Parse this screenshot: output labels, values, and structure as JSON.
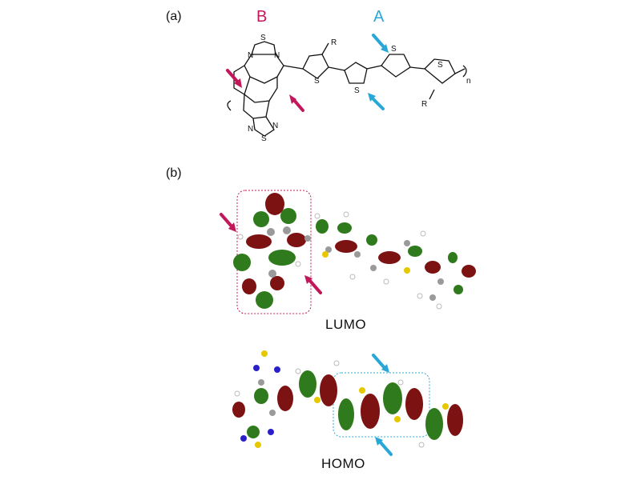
{
  "panels": {
    "a": "(a)",
    "b": "(b)"
  },
  "units": {
    "donor": "A",
    "acceptor": "B"
  },
  "structure": {
    "atoms": {
      "sulfur": "S",
      "nitrogen": "N",
      "substituent": "R",
      "repeat": "n"
    }
  },
  "orbitals": {
    "lumo": "LUMO",
    "homo": "HOMO"
  },
  "colors": {
    "acceptor_accent": "#c2185b",
    "donor_accent": "#29a8d8",
    "lobe_red": "#7d1212",
    "lobe_green": "#2f7a1c",
    "carbon": "#9a9a9a",
    "sulfur": "#e6c800",
    "nitrogen": "#2a20c8"
  }
}
